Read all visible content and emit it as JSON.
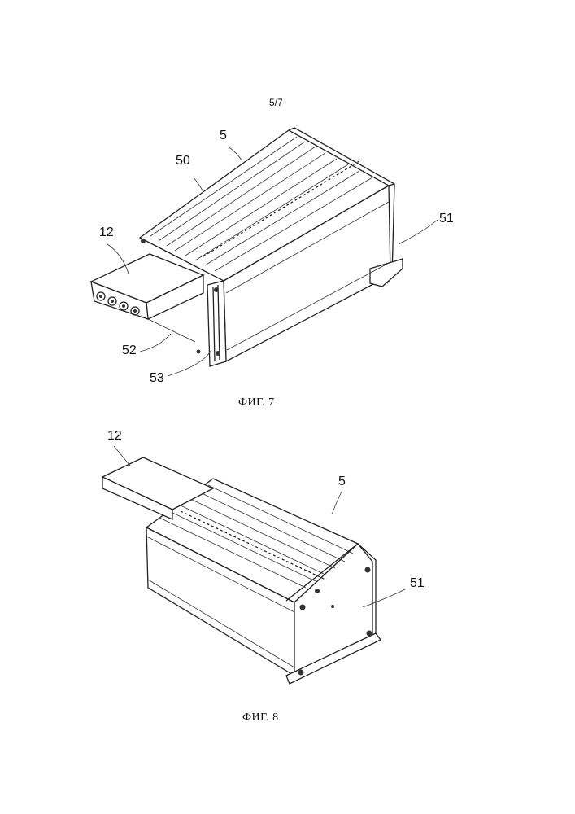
{
  "page_number": "5/7",
  "figure7": {
    "caption": "ФИГ. 7",
    "labels": {
      "ref_5": "5",
      "ref_50": "50",
      "ref_51": "51",
      "ref_12": "12",
      "ref_52": "52",
      "ref_53": "53"
    }
  },
  "figure8": {
    "caption": "ФИГ. 8",
    "labels": {
      "ref_12": "12",
      "ref_5": "5",
      "ref_51": "51"
    }
  }
}
